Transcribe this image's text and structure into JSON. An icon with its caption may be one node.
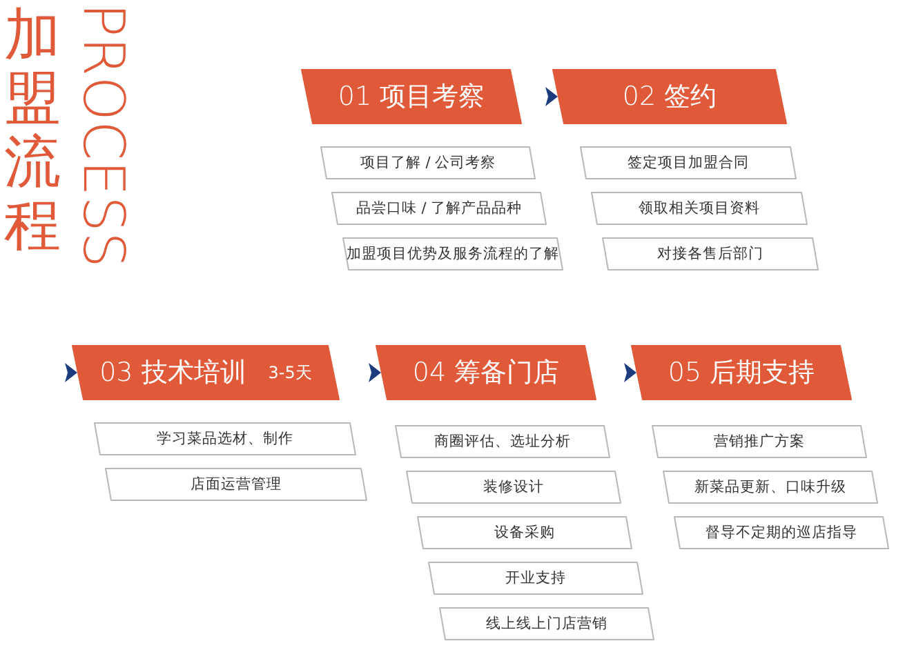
{
  "diagram": {
    "title": "加盟流程",
    "nodes": [
      {
        "text": [
          "01 **项目考察**"
        ]
      },
      {
        "text": [
          "02 **签约**"
        ]
      },
      {
        "text": [
          "03 **技术培训**",
          "3-5天"
        ]
      },
      {
        "text": [
          "04 **筹备门店**"
        ]
      },
      {
        "text": [
          "05 **后期支持**"
        ]
      },
      {
        "text": [
          "项目了解 / 公司考察"
        ]
      },
      {
        "text": [
          "品尝口味 / 了解产品品种"
        ]
      },
      {
        "text": [
          "加盟项目优势及服务流程的了解"
        ]
      },
      {
        "text": [
          "签定项目加盟合同"
        ]
      },
      {
        "text": [
          "领取相关项目资料"
        ]
      },
      {
        "text": [
          "对接各售后部门"
        ]
      },
      {
        "text": [
          "学习菜品选材、制作"
        ]
      },
      {
        "text": [
          "店面运营管理"
        ]
      },
      {
        "text": [
          "商圈评估、选址分析"
        ]
      },
      {
        "text": [
          "装修设计"
        ]
      },
      {
        "text": [
          "设备采购"
        ]
      },
      {
        "text": [
          "开业支持"
        ]
      },
      {
        "text": [
          "线上线上门店营销"
        ]
      },
      {
        "text": [
          "营销推广方案"
        ]
      },
      {
        "text": [
          "新菜品更新、口味升级"
        ]
      },
      {
        "text": [
          "督导不定期的巡店指导"
        ]
      }
    ],
    "edges": [
      {
        "from": 0,
        "to": 1,
        "arrow": "to"
      },
      {
        "from": null,
        "to": 2,
        "arrow": "to"
      },
      {
        "from": 2,
        "to": 3,
        "arrow": "to"
      },
      {
        "from": 3,
        "to": 4,
        "arrow": "to"
      }
    ],
    "labels": [
      "PROCESS"
    ]
  }
}
